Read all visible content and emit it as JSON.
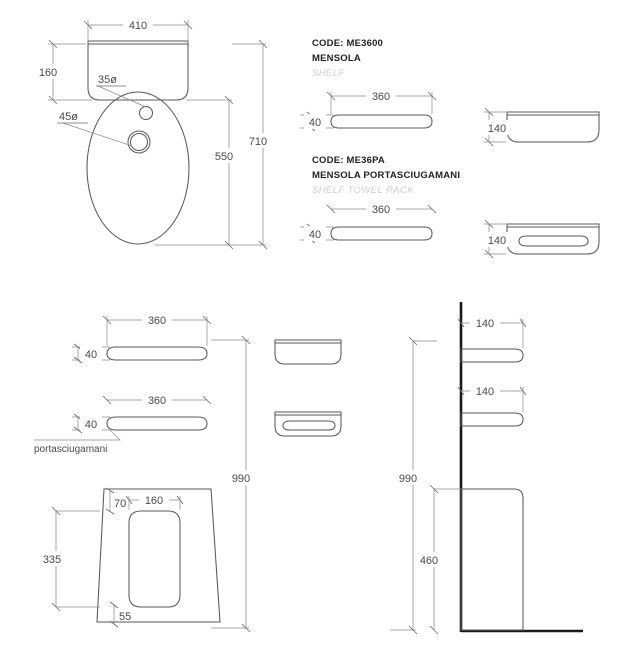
{
  "document": {
    "type": "technical-drawing",
    "title": "Bathroom shelf and bidet technical drawing",
    "background": "#ffffff",
    "line_color": "#58595b",
    "dimension_color": "#8a8a8a",
    "text_color": "#231f20",
    "faded_text_color": "#cfcfcf"
  },
  "products": [
    {
      "code_label": "CODE: ME3600",
      "name_it": "MENSOLA",
      "name_en": "SHELF",
      "dims": {
        "length": "360",
        "depth": "40",
        "height": "140"
      }
    },
    {
      "code_label": "CODE: ME36PA",
      "name_it": "MENSOLA PORTASCIUGAMANI",
      "name_en": "SHELF TOWEL RACK",
      "dims": {
        "length": "360",
        "depth": "40",
        "height": "140"
      }
    }
  ],
  "views": {
    "bidet_front": {
      "name": "bidet-front-elevation",
      "dimensions": {
        "width": "410",
        "tank_height": "160",
        "hole_upper": "35ø",
        "hole_lower": "45ø",
        "height_to_bowl_bottom": "550",
        "total_height": "710"
      }
    },
    "shelf_plan_1": {
      "name": "shelf-plan-me3600",
      "dimensions": {
        "length": "360",
        "depth": "40"
      }
    },
    "shelf_side_1": {
      "name": "shelf-side-me3600",
      "dimensions": {
        "height": "140"
      }
    },
    "shelf_plan_2": {
      "name": "shelf-plan-me36pa",
      "dimensions": {
        "length": "360",
        "depth": "40"
      }
    },
    "shelf_side_2": {
      "name": "shelf-side-me36pa",
      "dimensions": {
        "height": "140"
      }
    },
    "assembly_plan_top": {
      "name": "assembly-shelf-plan-upper",
      "dimensions": {
        "length": "360",
        "depth": "40"
      }
    },
    "assembly_plan_bottom": {
      "name": "assembly-shelf-plan-lower",
      "dimensions": {
        "length": "360",
        "depth": "40"
      },
      "callout": "portasciugamani"
    },
    "bidet_plan": {
      "name": "bidet-plan-view",
      "dimensions": {
        "edge_offset_top": "70",
        "bowl_width": "160",
        "bowl_height_left": "335",
        "edge_offset_bottom": "55"
      }
    },
    "assembly_elevation": {
      "name": "assembly-side-elevation",
      "dimensions": {
        "shelf_depth_upper": "140",
        "shelf_depth_lower": "140",
        "total_height": "990",
        "bidet_height": "460"
      }
    },
    "overall": {
      "height_dimension": "990"
    }
  },
  "labels": {
    "d410": "410",
    "d160": "160",
    "d35": "35ø",
    "d45": "45ø",
    "d550": "550",
    "d710": "710",
    "d360": "360",
    "d40": "40",
    "d140": "140",
    "d990": "990",
    "d460": "460",
    "d70": "70",
    "d160b": "160",
    "d335": "335",
    "d55": "55",
    "portasciugamani": "portasciugamani"
  }
}
